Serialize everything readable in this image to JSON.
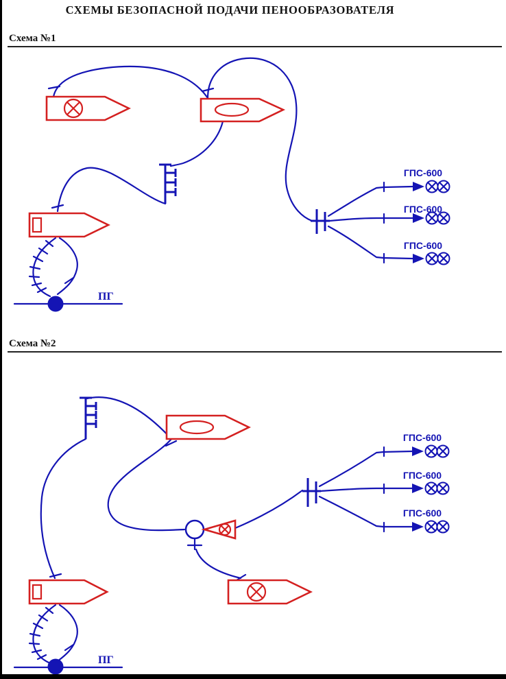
{
  "title": "СХЕМЫ БЕЗОПАСНОЙ ПОДАЧИ ПЕНООБРАЗОВАТЕЛЯ",
  "schemes": [
    {
      "heading": "Схема №1",
      "hydrant_label": "ПГ",
      "generator_labels": [
        "ГПС-600",
        "ГПС-600",
        "ГПС-600"
      ]
    },
    {
      "heading": "Схема №2",
      "hydrant_label": "ПГ",
      "generator_labels": [
        "ГПС-600",
        "ГПС-600",
        "ГПС-600"
      ]
    }
  ],
  "colors": {
    "line_blue": "#1414b4",
    "label_blue": "#1414b4",
    "truck_red": "#d42020",
    "ink": "#111111"
  }
}
